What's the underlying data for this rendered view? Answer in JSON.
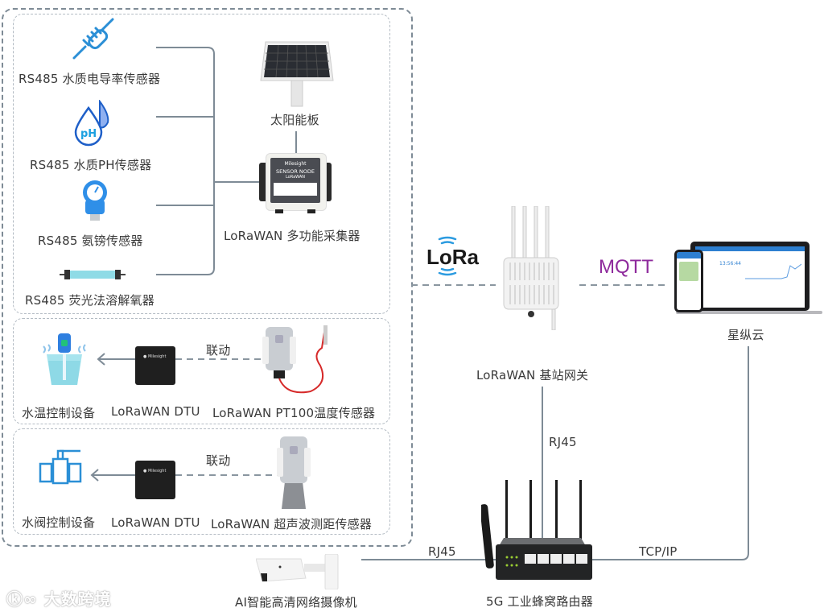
{
  "colors": {
    "line": "#7e8b96",
    "dashed_box": "#b4bcc4",
    "mqtt": "#8e2a9c",
    "lora_wave": "#2c9be0",
    "icon_blue": "#2b8fd6"
  },
  "sensor_group": {
    "sensors": [
      {
        "icon": "conductivity-sensor-icon",
        "label": "RS485 水质电导率传感器"
      },
      {
        "icon": "ph-drop-icon",
        "label": "RS485 水质PH传感器"
      },
      {
        "icon": "pressure-gauge-icon",
        "label": "RS485 氨镑传感器"
      },
      {
        "icon": "oxygen-tube-icon",
        "label": "RS485 荧光法溶解氧器"
      }
    ],
    "solar_panel": {
      "icon": "solar-panel-icon",
      "label": "太阳能板"
    },
    "collector": {
      "icon": "sensor-node-icon",
      "label": "LoRaWAN 多功能采集器",
      "device_brand": "Milesight",
      "device_title": "SENSOR NODE",
      "device_subtitle": "LoRaWAN"
    }
  },
  "temp_group": {
    "control": {
      "icon": "water-heater-icon",
      "label": "水温控制设备"
    },
    "dtu": {
      "icon": "dtu-icon",
      "label": "LoRaWAN DTU"
    },
    "sensor": {
      "icon": "pt100-sensor-icon",
      "label": "LoRaWAN PT100温度传感器"
    },
    "link_label": "联动"
  },
  "valve_group": {
    "control": {
      "icon": "water-valve-icon",
      "label": "水阀控制设备"
    },
    "dtu": {
      "icon": "dtu-icon",
      "label": "LoRaWAN DTU"
    },
    "sensor": {
      "icon": "ultrasonic-sensor-icon",
      "label": "LoRaWAN 超声波测距传感器"
    },
    "link_label": "联动"
  },
  "lora_logo": "LoRa",
  "gateway": {
    "icon": "gateway-icon",
    "label": "LoRaWAN 基站网关"
  },
  "mqtt_label": "MQTT",
  "cloud": {
    "icon": "laptop-phone-icon",
    "label": "星纵云",
    "screen_time": "13:56:44"
  },
  "router": {
    "icon": "router-icon",
    "label": "5G 工业蜂窝路由器"
  },
  "camera": {
    "icon": "camera-icon",
    "label": "AI智能高清网络摄像机"
  },
  "links": {
    "gateway_router": "RJ45",
    "camera_router": "RJ45",
    "router_cloud": "TCP/IP"
  },
  "watermark": "大数跨境"
}
